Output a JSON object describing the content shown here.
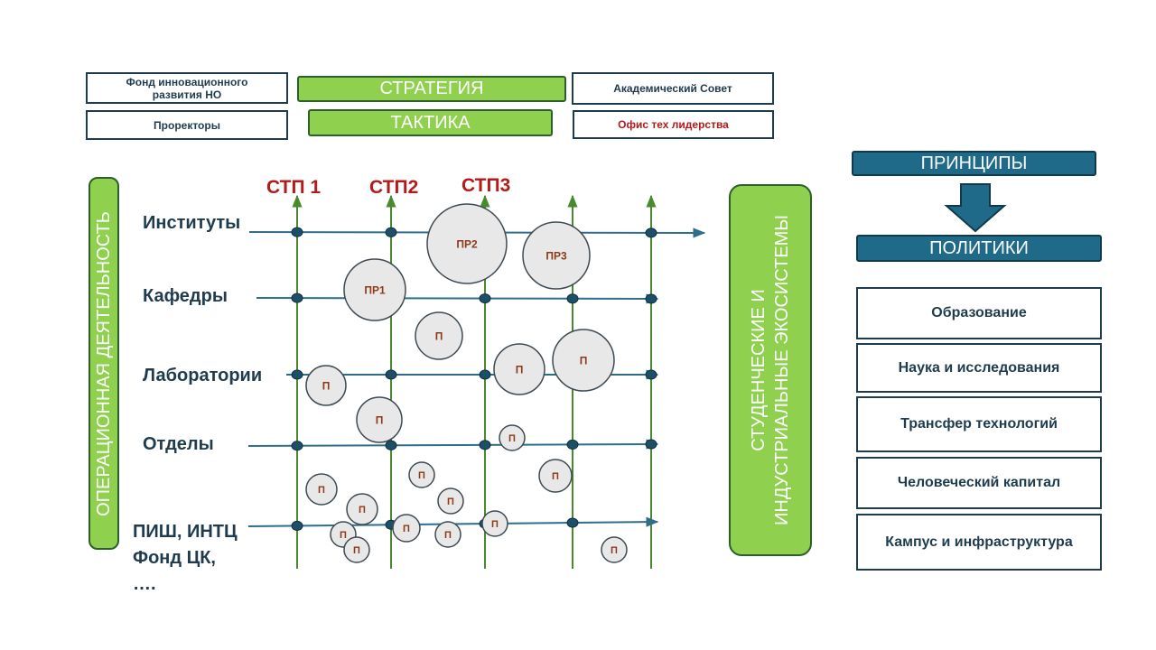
{
  "header": {
    "fund": "Фонд инновационного развития НО",
    "strategy": "СТРАТЕГИЯ",
    "academic_council": "Академический Совет",
    "vice_rectors": "Проректоры",
    "tactics": "ТАКТИКА",
    "tech_leadership_office": "Офис тех лидерства"
  },
  "left_pill": "ОПЕРАЦИОННАЯ ДЕЯТЕЛЬНОСТЬ",
  "right_pill": [
    "СТУДЕНЧЕСКИЕ И",
    "ИНДУСТРИАЛЬНЫЕ ЭКОСИСТЕМЫ"
  ],
  "stp_labels": [
    "СТП 1",
    "СТП2",
    "СТП3"
  ],
  "rows": [
    {
      "label": "Институты"
    },
    {
      "label": "Кафедры"
    },
    {
      "label": "Лаборатории"
    },
    {
      "label": "Отделы"
    },
    {
      "label": "ПИШ, ИНТЦ\nФонд ЦК,\n…."
    }
  ],
  "bubbles": [
    {
      "label": "ПР2"
    },
    {
      "label": "ПР3"
    },
    {
      "label": "ПР1"
    },
    {
      "label": "П"
    },
    {
      "label": "П"
    },
    {
      "label": "П"
    },
    {
      "label": "П"
    },
    {
      "label": "П"
    },
    {
      "label": "П"
    },
    {
      "label": "П"
    },
    {
      "label": "П"
    },
    {
      "label": "П"
    },
    {
      "label": "П"
    },
    {
      "label": "П"
    },
    {
      "label": "П"
    },
    {
      "label": "П"
    },
    {
      "label": "П"
    },
    {
      "label": "П"
    },
    {
      "label": "П"
    },
    {
      "label": "П"
    }
  ],
  "principles": "ПРИНЦИПЫ",
  "policies_title": "ПОЛИТИКИ",
  "policies": [
    "Образование",
    "Наука и исследования",
    "Трансфер технологий",
    "Человеческий капитал",
    "Кампус и инфраструктура"
  ],
  "colors": {
    "green": "#8fd14f",
    "blue": "#1f6a88",
    "navy": "#1f3c4f",
    "red": "#b31a1a",
    "grid_green": "#4a8a2e",
    "grid_blue": "#2f6e8a"
  }
}
